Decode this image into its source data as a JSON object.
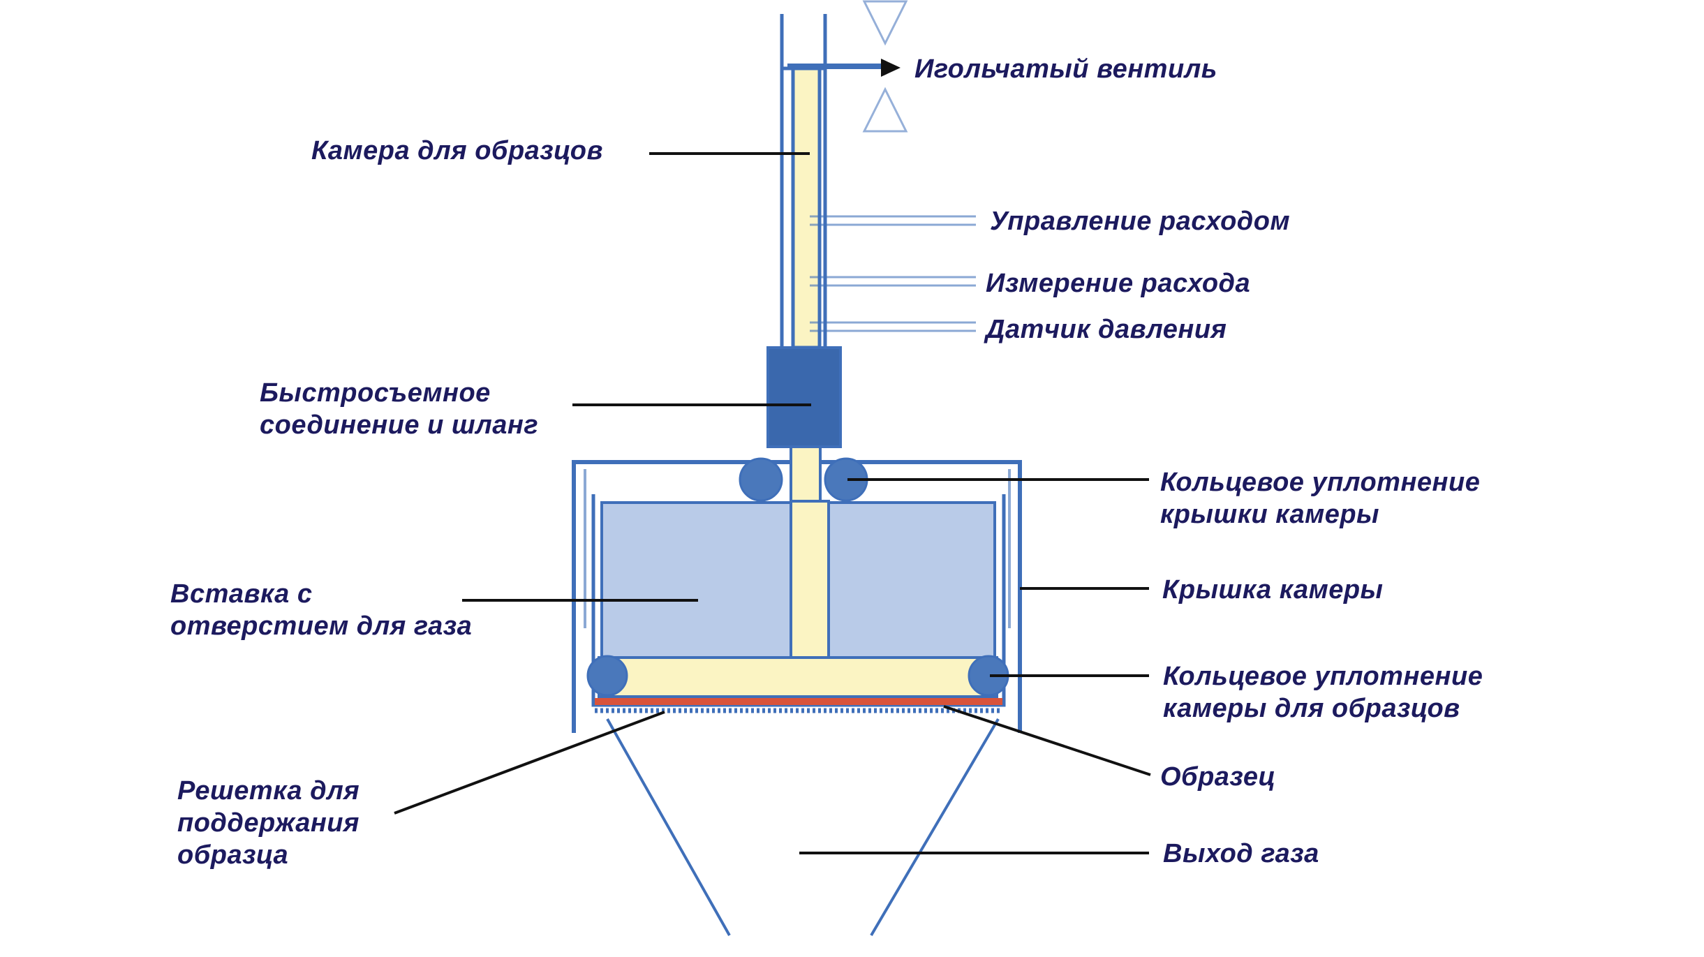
{
  "colors": {
    "outline": "#3f6fb9",
    "tube_fill": "#fbf4c3",
    "insert_fill": "#b9cbe8",
    "connector_fill": "#3a68ad",
    "oring_fill": "#4a78bb",
    "sample_fill": "#d9533a",
    "leader": "#111111",
    "label_text": "#1c1a5e"
  },
  "labels": {
    "needle_valve": "Игольчатый вентиль",
    "sample_chamber": "Камера для образцов",
    "flow_control": "Управление расходом",
    "flow_measurement": "Измерение расхода",
    "pressure_sensor": "Датчик давления",
    "quick_connect": [
      "Быстросъемное",
      "соединение и шланг"
    ],
    "lid_oring": [
      "Кольцевое уплотнение",
      "крышки камеры"
    ],
    "gas_insert": [
      "Вставка с",
      "отверстием для газа"
    ],
    "chamber_lid": "Крышка камеры",
    "chamber_oring": [
      "Кольцевое уплотнение",
      "камеры для образцов"
    ],
    "support_grid": [
      "Решетка для",
      "поддержания",
      "образца"
    ],
    "sample": "Образец",
    "gas_outlet": "Выход газа"
  }
}
